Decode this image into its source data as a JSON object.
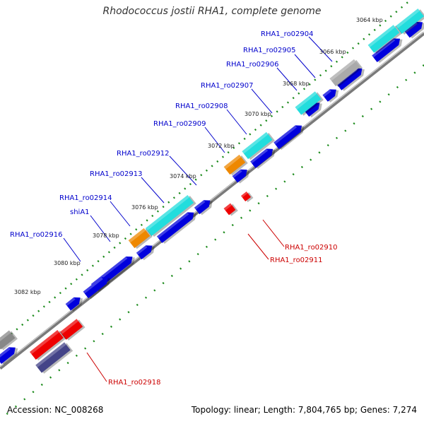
{
  "title": "Rhodococcus jostii RHA1, complete genome",
  "footer": {
    "accession": "Accession: NC_008268",
    "summary": "Topology: linear; Length: 7,804,765 bp; Genes: 7,274"
  },
  "colors": {
    "backbone": "#8a8a8a",
    "tick": "#1a8a1a",
    "cds": "#0000dd",
    "highlight": "#22dddd",
    "orange": "#ee8800",
    "red": "#ee0000",
    "grey": "#aaaaaa",
    "navy": "#444488",
    "gene_label": "#0000cc",
    "red_label": "#cc0000"
  },
  "scale_labels": [
    "3064 kbp",
    "3066 kbp",
    "3068 kbp",
    "3070 kbp",
    "3072 kbp",
    "3074 kbp",
    "3076 kbp",
    "3078 kbp",
    "3080 kbp",
    "3082 kbp"
  ],
  "gene_labels": [
    "RHA1_ro02904",
    "RHA1_ro02905",
    "RHA1_ro02906",
    "RHA1_ro02907",
    "RHA1_ro02908",
    "RHA1_ro02909",
    "RHA1_ro02912",
    "RHA1_ro02913",
    "RHA1_ro02914",
    "shiA1",
    "RHA1_ro02916"
  ],
  "red_labels": [
    "RHA1_ro02910",
    "RHA1_ro02911",
    "RHA1_ro02918"
  ]
}
